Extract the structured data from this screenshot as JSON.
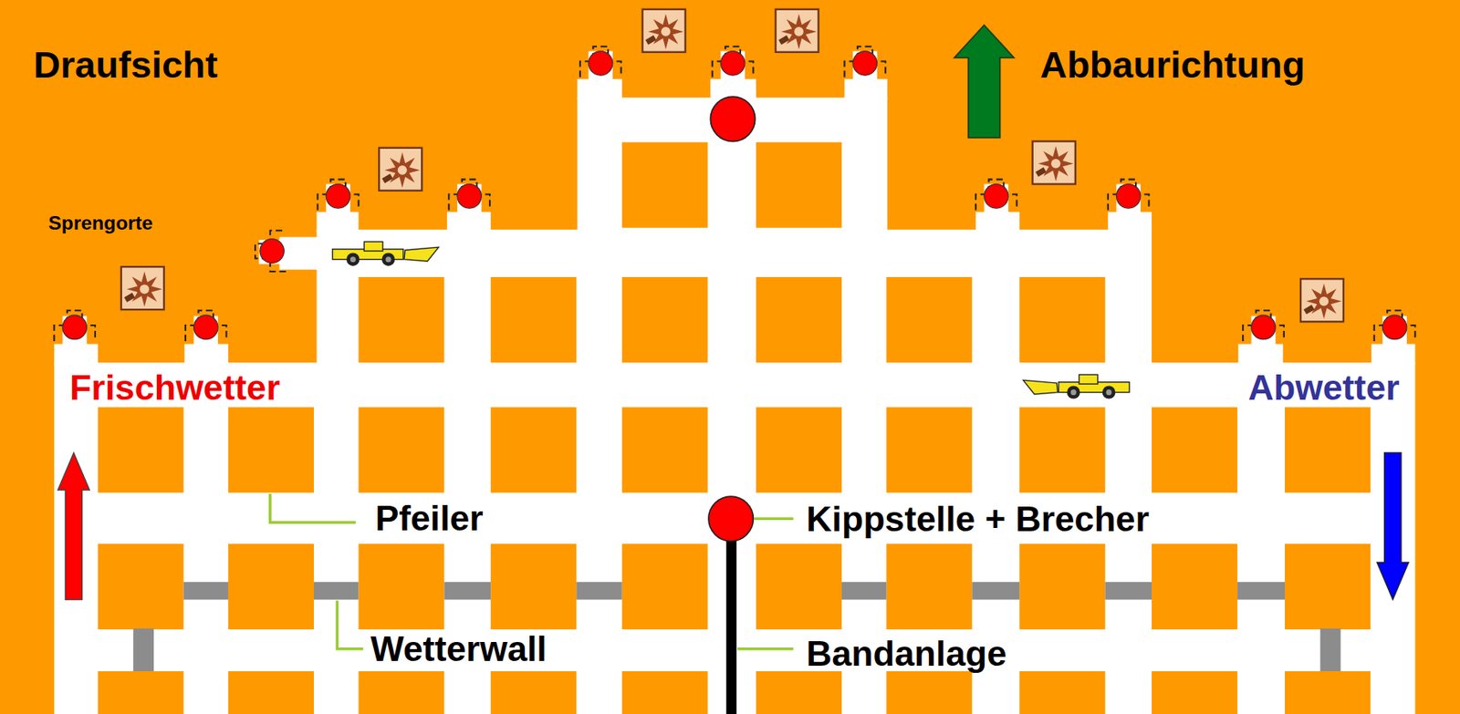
{
  "diagram": {
    "title": "Draufsicht",
    "labels": [
      "Abbaurichtung",
      "Sprengorte",
      "Frischwetter",
      "Abwetter",
      "Pfeiler",
      "Kippstelle + Brecher",
      "Wetterwall",
      "Bandanlage"
    ]
  }
}
